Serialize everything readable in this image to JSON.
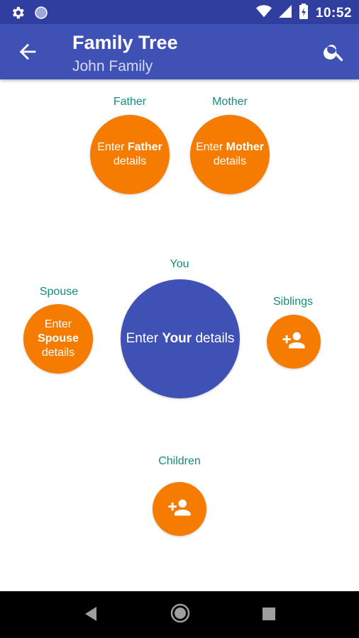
{
  "status_bar": {
    "time": "10:52",
    "icons": [
      "settings-icon",
      "circle-icon",
      "wifi-icon",
      "signal-icon",
      "battery-icon"
    ]
  },
  "app_bar": {
    "title": "Family Tree",
    "subtitle": "John Family",
    "icons": [
      "back-arrow-icon",
      "search-icon"
    ]
  },
  "father": {
    "label": "Father",
    "text_pre": "Enter ",
    "text_bold": "Father",
    "text_post": "details"
  },
  "mother": {
    "label": "Mother",
    "text_pre": "Enter ",
    "text_bold": "Mother",
    "text_post": "details"
  },
  "you": {
    "label": "You",
    "text_pre": "Enter ",
    "text_bold": "Your",
    "text_post": " details"
  },
  "spouse": {
    "label": "Spouse",
    "text_pre": "Enter",
    "text_bold": "Spouse",
    "text_post": "details"
  },
  "siblings": {
    "label": "Siblings",
    "icon": "add-person-icon"
  },
  "children": {
    "label": "Children",
    "icon": "add-person-icon"
  },
  "colors": {
    "primary": "#3F51B5",
    "primary_dark": "#303F9F",
    "accent": "#F57C00",
    "label_teal": "#138B82"
  },
  "nav_bar": {
    "icons": [
      "back-triangle-icon",
      "home-circle-icon",
      "recents-square-icon"
    ]
  }
}
